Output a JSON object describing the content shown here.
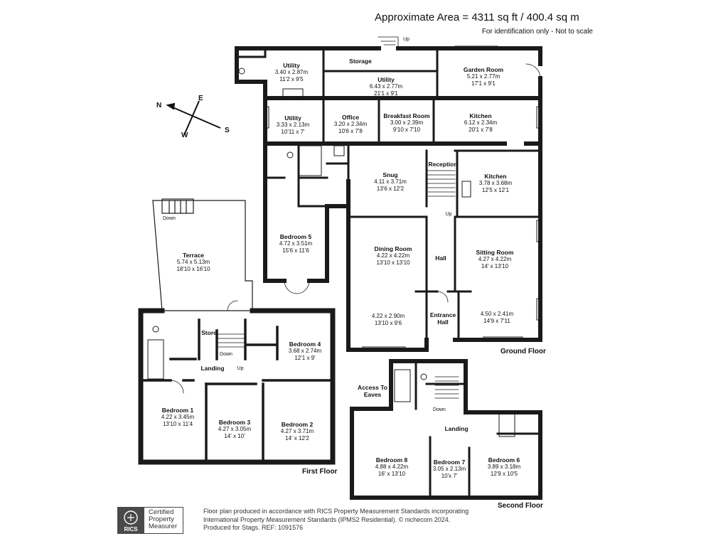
{
  "header": {
    "area": "Approximate Area = 4311 sq ft / 400.4 sq m",
    "scale_note": "For identification only - Not to scale"
  },
  "compass": {
    "n": "N",
    "e": "E",
    "s": "S",
    "w": "W"
  },
  "floors": {
    "ground": "Ground Floor",
    "first": "First Floor",
    "second": "Second Floor"
  },
  "rooms": {
    "utility_top": {
      "name": "Utility",
      "metric": "3.40 x 2.87m",
      "imperial": "11'2 x 9'5"
    },
    "storage": {
      "name": "Storage"
    },
    "utility_mid": {
      "name": "Utility",
      "metric": "6.43 x 2.77m",
      "imperial": "21'1 x 9'1"
    },
    "garden_room": {
      "name": "Garden Room",
      "metric": "5.21 x 2.77m",
      "imperial": "17'1 x 9'1"
    },
    "utility_low": {
      "name": "Utility",
      "metric": "3.33 x 2.13m",
      "imperial": "10'11 x 7'"
    },
    "office": {
      "name": "Office",
      "metric": "3.20 x 2.34m",
      "imperial": "10'6 x 7'8"
    },
    "breakfast_room": {
      "name": "Breakfast Room",
      "metric": "3.00 x 2.39m",
      "imperial": "9'10 x 7'10"
    },
    "kitchen_1": {
      "name": "Kitchen",
      "metric": "6.12 x 2.34m",
      "imperial": "20'1 x 7'8"
    },
    "snug": {
      "name": "Snug",
      "metric": "4.11 x 3.71m",
      "imperial": "13'6 x 12'2"
    },
    "reception": {
      "name": "Reception"
    },
    "kitchen_2": {
      "name": "Kitchen",
      "metric": "3.78 x 3.68m",
      "imperial": "12'5 x 12'1"
    },
    "bedroom_5": {
      "name": "Bedroom 5",
      "metric": "4.72 x 3.51m",
      "imperial": "15'6 x 11'6"
    },
    "dining_room": {
      "name": "Dining Room",
      "metric": "4.22 x 4.22m",
      "imperial": "13'10 x 13'10"
    },
    "dining_lower": {
      "metric": "4.22 x 2.90m",
      "imperial": "13'10 x 9'6"
    },
    "hall": {
      "name": "Hall"
    },
    "sitting_room": {
      "name": "Sitting Room",
      "metric": "4.27 x 4.22m",
      "imperial": "14' x 13'10"
    },
    "sitting_lower": {
      "metric": "4.50 x 2.41m",
      "imperial": "14'9 x 7'11"
    },
    "entrance_hall": {
      "name": "Entrance",
      "name2": "Hall"
    },
    "terrace": {
      "name": "Terrace",
      "metric": "5.74 x 5.13m",
      "imperial": "18'10 x 16'10"
    },
    "store": {
      "name": "Store"
    },
    "bedroom_4": {
      "name": "Bedroom 4",
      "metric": "3.68 x 2.74m",
      "imperial": "12'1 x 9'"
    },
    "landing_1": {
      "name": "Landing"
    },
    "bedroom_1": {
      "name": "Bedroom 1",
      "metric": "4.22 x 3.45m",
      "imperial": "13'10 x 11'4"
    },
    "bedroom_3": {
      "name": "Bedroom 3",
      "metric": "4.27 x 3.05m",
      "imperial": "14' x 10'"
    },
    "bedroom_2": {
      "name": "Bedroom 2",
      "metric": "4.27 x 3.71m",
      "imperial": "14' x 12'2"
    },
    "access_eaves": {
      "name": "Access To",
      "name2": "Eaves"
    },
    "landing_2": {
      "name": "Landing"
    },
    "bedroom_8": {
      "name": "Bedroom 8",
      "metric": "4.88 x 4.22m",
      "imperial": "16' x 13'10"
    },
    "bedroom_7": {
      "name": "Bedroom 7",
      "metric": "3.05 x 2.13m",
      "imperial": "10'x 7'"
    },
    "bedroom_6": {
      "name": "Bedroom 6",
      "metric": "3.89 x 3.18m",
      "imperial": "12'9 x 10'5"
    }
  },
  "stairs": {
    "up": "Up",
    "down": "Down"
  },
  "footer": {
    "logo": "RICS",
    "cert_1": "Certified",
    "cert_2": "Property",
    "cert_3": "Measurer",
    "line1": "Floor plan produced in accordance with RICS Property Measurement Standards incorporating",
    "line2": "International Property Measurement Standards (IPMS2 Residential).  © nichecom 2024.",
    "line3": "Produced for Stags.   REF:  1091576"
  }
}
